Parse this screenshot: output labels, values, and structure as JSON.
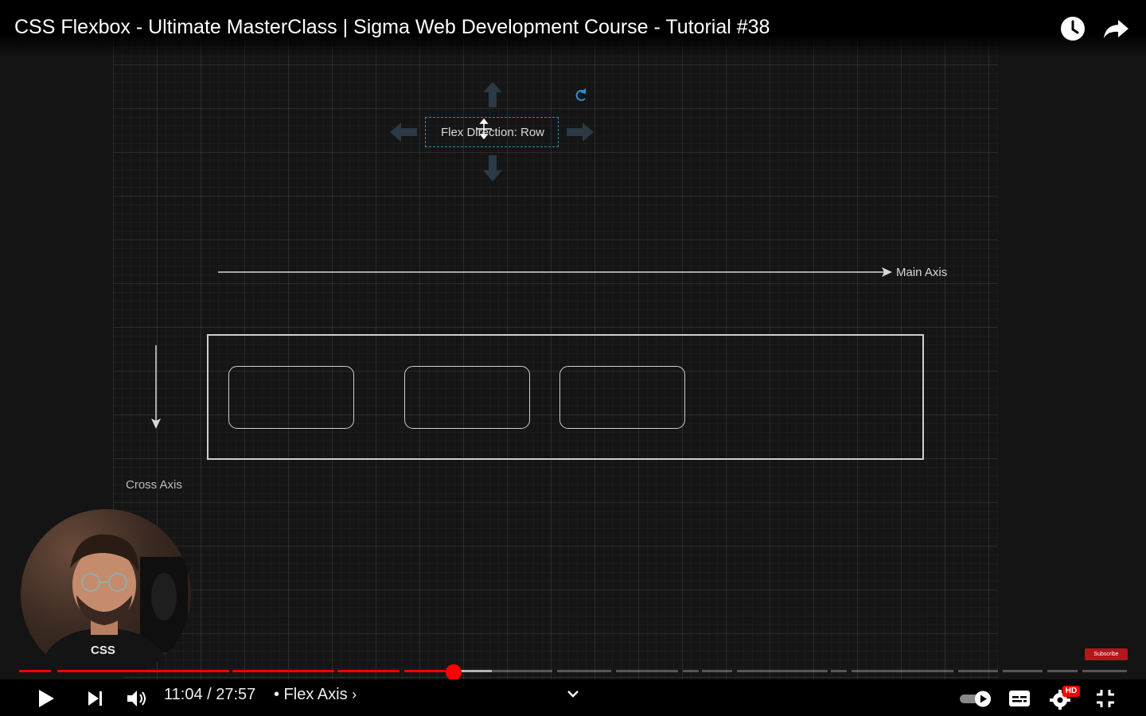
{
  "video": {
    "title": "CSS Flexbox - Ultimate MasterClass | Sigma Web Development Course - Tutorial #38"
  },
  "top_icons": [
    "watch-later-icon",
    "share-icon"
  ],
  "canvas": {
    "selected_label": "Flex Direction: Row",
    "main_axis_label": "Main Axis",
    "cross_axis_label": "Cross Axis",
    "flex_items_count": 3,
    "webcam_shirt_text": "CSS"
  },
  "player": {
    "current_time": "11:04",
    "duration": "27:57",
    "time_display": "11:04 / 27:57",
    "chapter_title": "• Flex Axis",
    "played_fraction": 0.392,
    "buffered_fraction": 0.427,
    "subscribe_label": "Subscribe",
    "quality_badge": "HD",
    "autoplay_on": true,
    "accent_color": "#ff0000"
  }
}
